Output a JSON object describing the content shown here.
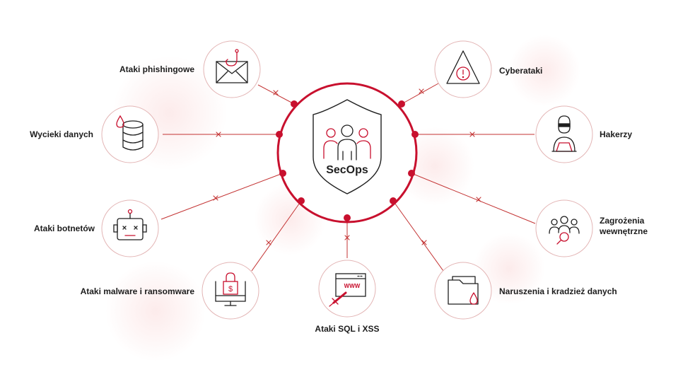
{
  "center": {
    "label": "SecOps"
  },
  "threats": {
    "phishing": "Ataki phishingowe",
    "leaks": "Wycieki danych",
    "botnets": "Ataki botnetów",
    "malware": "Ataki malware i ransomware",
    "sql": "Ataki SQL i XSS",
    "breach": "Naruszenia i kradzież danych",
    "insider_line1": "Zagrożenia",
    "insider_line2": "wewnętrzne",
    "hackers": "Hakerzy",
    "cyber": "Cyberataki"
  },
  "icons": {
    "phishing": "envelope-hook-icon",
    "leaks": "database-drop-icon",
    "botnets": "robot-icon",
    "malware": "monitor-lock-icon",
    "sql": "browser-www-syringe-icon",
    "breach": "folder-drop-icon",
    "insider": "people-magnifier-icon",
    "hackers": "hacker-laptop-icon",
    "cyber": "warning-triangle-icon"
  },
  "www_text": "WWW",
  "colors": {
    "accent": "#c8102e",
    "line": "#1f1f1f",
    "node_border": "#e3b5b5",
    "connector": "#c33333"
  }
}
